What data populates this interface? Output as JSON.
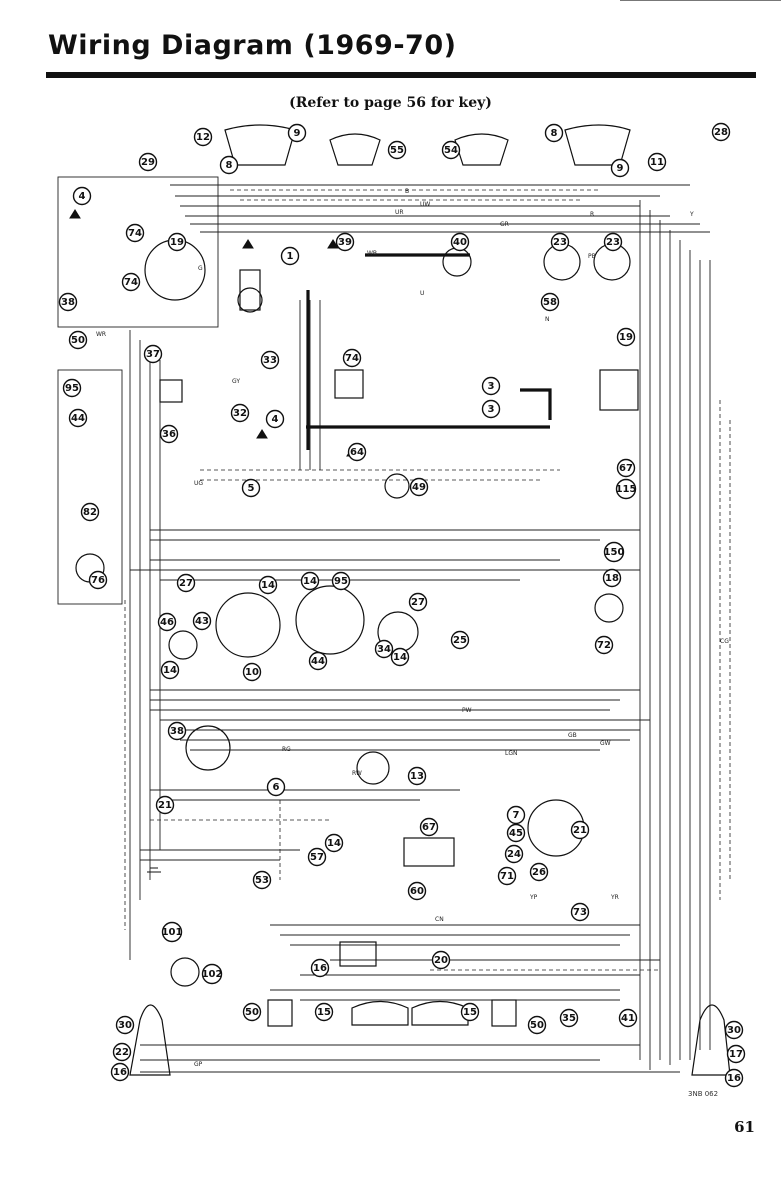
{
  "page": {
    "title": "Wiring Diagram (1969-70)",
    "subtitle": "(Refer to page 56 for key)",
    "page_number": "61",
    "ref_code": "3NB 062"
  },
  "diagram": {
    "callouts": [
      "12",
      "29",
      "8",
      "9",
      "55",
      "54",
      "8",
      "9",
      "11",
      "28",
      "4",
      "74",
      "19",
      "1",
      "39",
      "40",
      "23",
      "23",
      "74",
      "38",
      "58",
      "50",
      "37",
      "33",
      "74",
      "19",
      "95",
      "44",
      "3",
      "3",
      "32",
      "4",
      "36",
      "64",
      "67",
      "115",
      "5",
      "49",
      "82",
      "150",
      "18",
      "76",
      "27",
      "14",
      "14",
      "95",
      "46",
      "43",
      "27",
      "72",
      "25",
      "14",
      "10",
      "44",
      "34",
      "14",
      "38",
      "13",
      "6",
      "21",
      "7",
      "45",
      "21",
      "67",
      "14",
      "57",
      "24",
      "53",
      "60",
      "71",
      "26",
      "73",
      "101",
      "102",
      "16",
      "20",
      "30",
      "50",
      "15",
      "15",
      "50",
      "35",
      "41",
      "30",
      "22",
      "16",
      "17",
      "16"
    ],
    "wire_labels": [
      "UW",
      "UR",
      "B",
      "GR",
      "R",
      "WR",
      "U",
      "G",
      "N",
      "GY",
      "WB",
      "PB",
      "Y",
      "LGN",
      "GW",
      "GB",
      "RW",
      "RG",
      "PW",
      "CN",
      "UG",
      "YP",
      "YR",
      "GP",
      "CG"
    ]
  }
}
